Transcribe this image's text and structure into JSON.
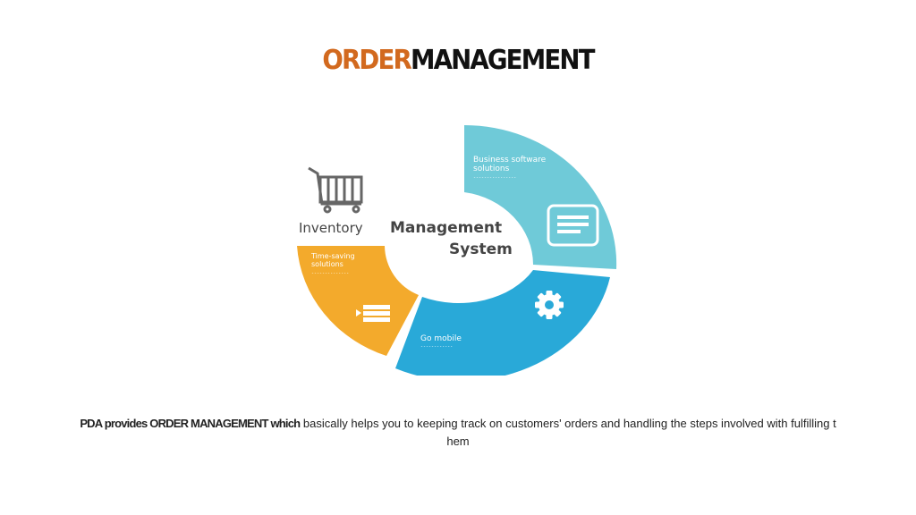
{
  "header": {
    "title_accent": "ORDER",
    "title_rest": "MANAGEMENT"
  },
  "diagram": {
    "center_text_1": "Inventory",
    "center_text_2": "Management",
    "center_text_3": "System",
    "segments": [
      {
        "label_1": "Business software",
        "label_2": "solutions",
        "dots": "----------------",
        "color": "#6fcad8",
        "icon": "document-icon"
      },
      {
        "label_1": "Go mobile",
        "dots": "------------",
        "color": "#29a9d8",
        "icon": "gear-icon"
      },
      {
        "label_1": "Time-saving",
        "label_2": "solutions",
        "dots": "--------------",
        "color": "#f3aa2c",
        "icon": "list-icon"
      }
    ],
    "top_icon": "shopping-cart-icon"
  },
  "caption": {
    "lead": "PDA provides ORDER MANAGEMENT which",
    "text": "basically helps you to keeping track on customers' orders and handling the steps involved with fulfilling  t",
    "text_2": "hem"
  },
  "colors": {
    "accent": "#d2691e",
    "teal": "#6fcad8",
    "blue": "#29a9d8",
    "orange": "#f3aa2c"
  }
}
